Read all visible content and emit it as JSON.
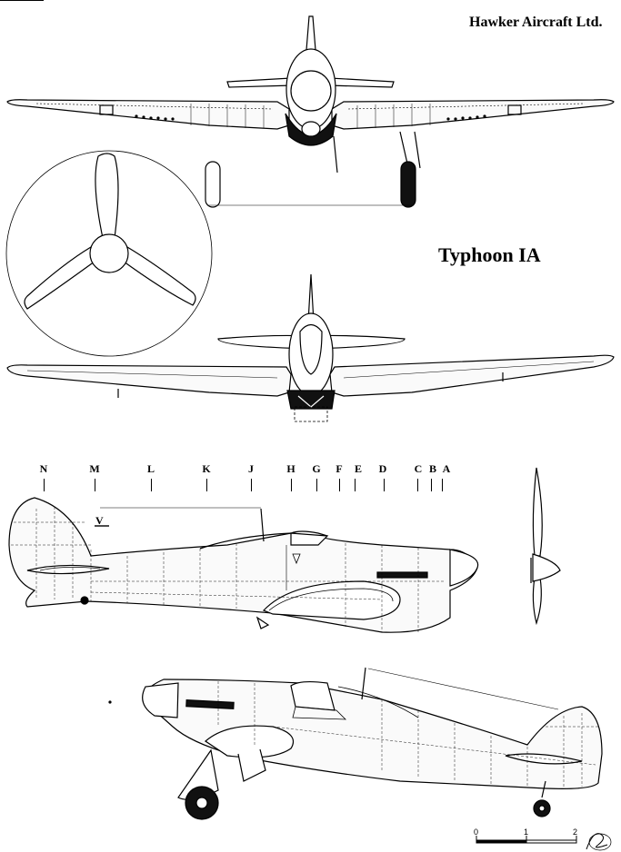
{
  "header": {
    "manufacturer": "Hawker Aircraft Ltd."
  },
  "model": {
    "name": "Typhoon IA"
  },
  "stations": [
    "N",
    "M",
    "L",
    "K",
    "J",
    "H",
    "G",
    "F",
    "E",
    "D",
    "C",
    "B",
    "A"
  ],
  "side_view_label": "V",
  "scale": {
    "ticks": [
      "0",
      "1",
      "2"
    ]
  },
  "icons": {
    "front_view": "aircraft-front-view-icon",
    "propeller": "propeller-disc-icon",
    "rear_view": "aircraft-rear-view-icon",
    "side_view": "aircraft-side-view-icon",
    "ground_view": "aircraft-ground-attitude-icon",
    "signature": "artist-signature-icon"
  }
}
